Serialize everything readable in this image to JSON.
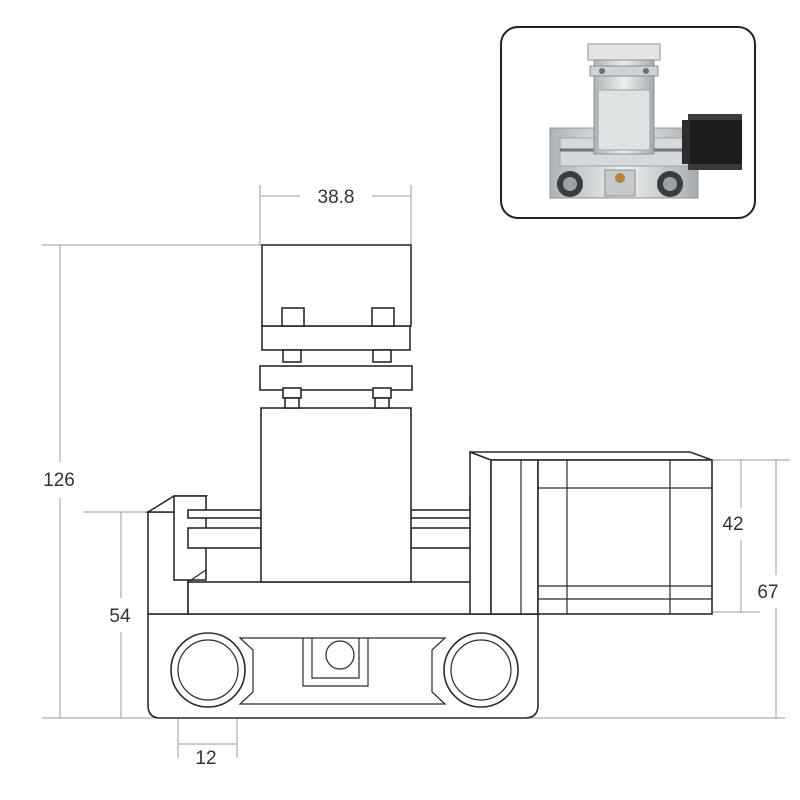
{
  "figure": {
    "dimensions": {
      "top_width": "38.8",
      "overall_height": "126",
      "base_height": "54",
      "motor_height": "42",
      "motor_side_height": "67",
      "wheel_width": "12"
    },
    "product_photo": {
      "icon": "rotary-axis-photo-icon"
    }
  },
  "colors": {
    "line": "#2b2b2b",
    "dimension_line": "#9a9a9a",
    "metal": "#c9ccce",
    "motor": "#1c1c1c"
  }
}
